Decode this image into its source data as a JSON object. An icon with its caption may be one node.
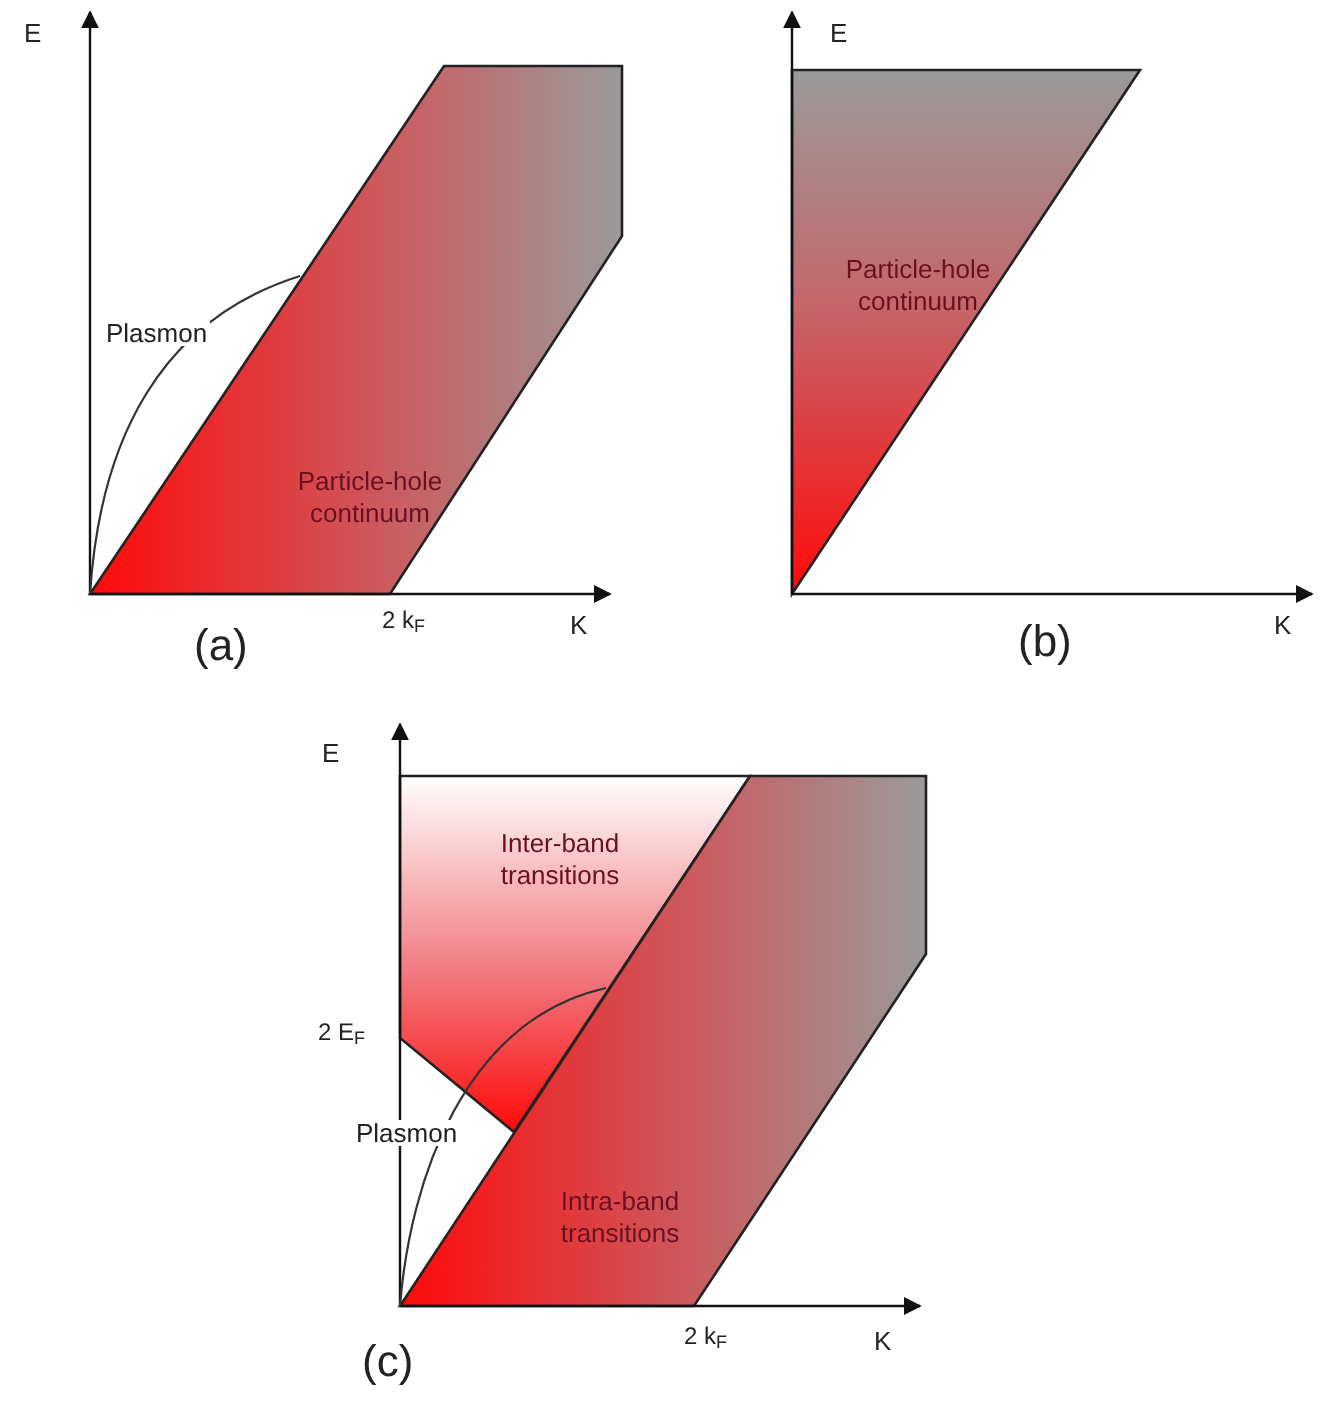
{
  "diagram": {
    "nodes": [
      {
        "text": [
          "Particle-hole continuum"
        ]
      },
      {
        "text": [
          "Particle-hole continuum"
        ]
      },
      {
        "text": [
          "Inter-band transitions"
        ]
      },
      {
        "text": [
          "Intra-band transitions"
        ]
      }
    ],
    "labels": [
      "E",
      "Plasmon",
      "2 k$_{F}$",
      "K",
      "(a)",
      "E",
      "K",
      "(b)",
      "E",
      "2 E$_{F}$",
      "Plasmon",
      "2 k$_{F}$",
      "K",
      "(c)"
    ]
  }
}
